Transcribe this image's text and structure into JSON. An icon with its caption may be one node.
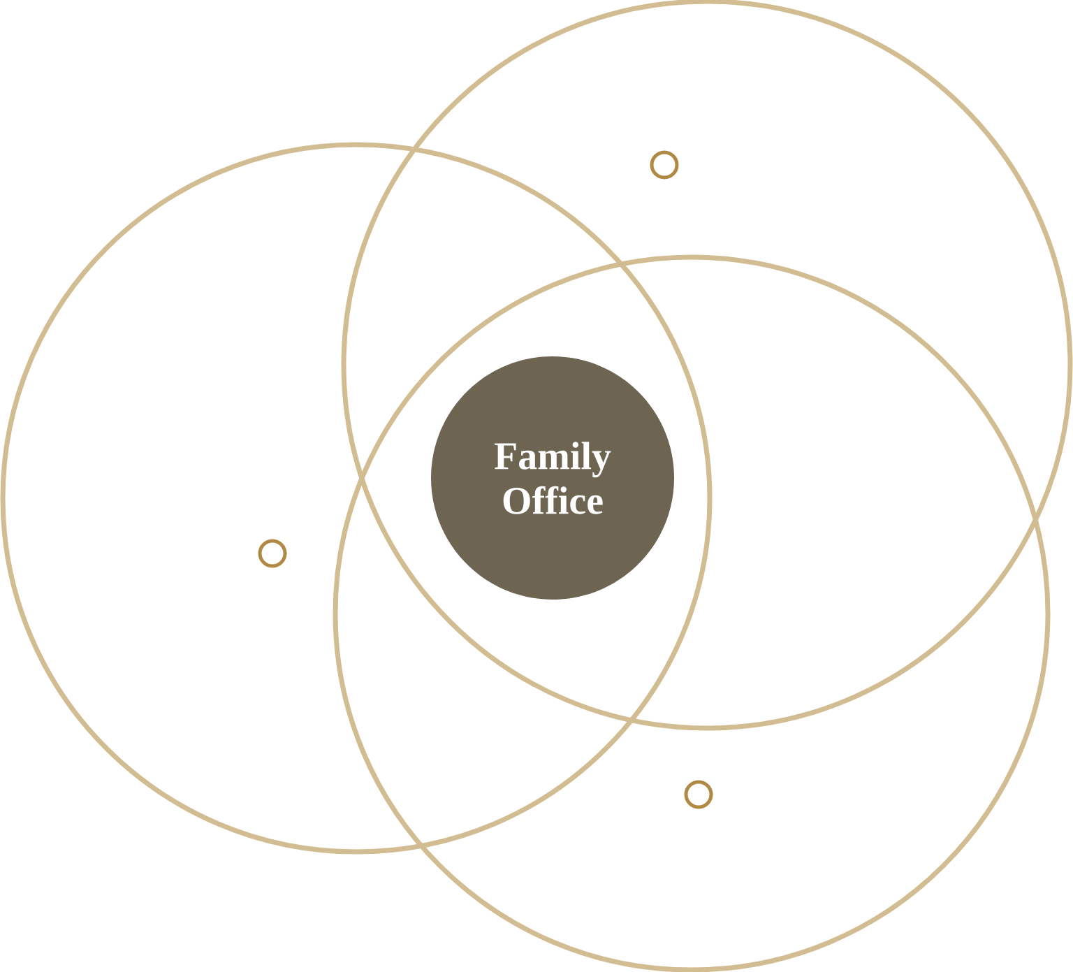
{
  "diagram": {
    "nodes": [
      {
        "text": [],
        "shape": "circle"
      },
      {
        "text": [],
        "shape": "circle"
      },
      {
        "text": [],
        "shape": "circle"
      },
      {
        "text": [
          "Family Office"
        ]
      },
      {
        "text": [],
        "shape": "circle",
        "in": 0
      },
      {
        "text": [],
        "shape": "circle",
        "in": 1
      },
      {
        "text": [],
        "shape": "circle",
        "in": 2
      }
    ]
  }
}
